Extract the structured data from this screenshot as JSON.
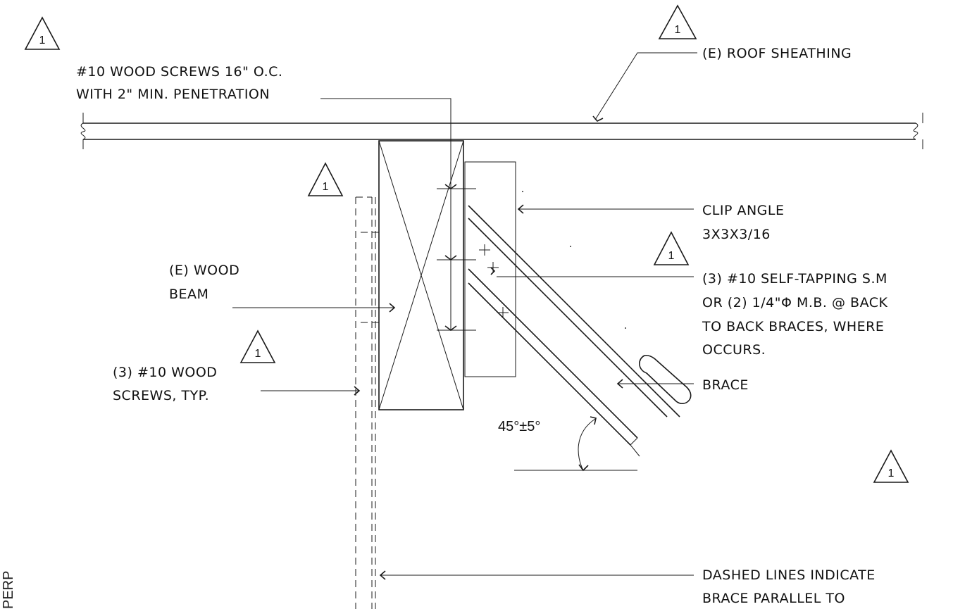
{
  "labels": {
    "wood_screws_line1": "#10 WOOD SCREWS 16\" O.C.",
    "wood_screws_line2": "WITH 2\" MIN. PENETRATION",
    "roof_sheathing": "(E) ROOF SHEATHING",
    "clip_angle_line1": "CLIP ANGLE",
    "clip_angle_line2": "3X3X3/16",
    "wood_beam_line1": "(E) WOOD",
    "wood_beam_line2": "BEAM",
    "self_tapping_line1": "(3) #10 SELF-TAPPING S.M",
    "self_tapping_line2": "OR (2) 1/4\"Φ M.B. @ BACK",
    "self_tapping_line3": "TO BACK BRACES, WHERE",
    "self_tapping_line4": "OCCURS.",
    "screws_typ_line1": "(3) #10 WOOD",
    "screws_typ_line2": "SCREWS, TYP.",
    "brace": "BRACE",
    "angle": "45°±5°",
    "dashed_line1": "DASHED LINES INDICATE",
    "dashed_line2": "BRACE PARALLEL TO",
    "perp": "PERP"
  },
  "revision_tag": "1"
}
